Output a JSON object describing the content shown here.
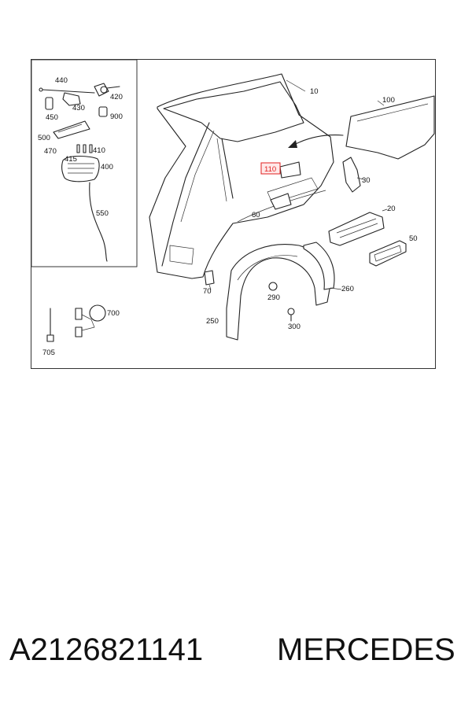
{
  "diagram": {
    "callouts": {
      "c440": "440",
      "c420": "420",
      "c450": "450",
      "c430": "430",
      "c900": "900",
      "c500": "500",
      "c470": "470",
      "c410": "410",
      "c415": "415",
      "c400": "400",
      "c550": "550",
      "c10": "10",
      "c100": "100",
      "c110": "110",
      "c30": "30",
      "c60": "60",
      "c20": "20",
      "c50": "50",
      "c70": "70",
      "c260": "260",
      "c290": "290",
      "c250": "250",
      "c300": "300",
      "c700": "700",
      "c705": "705"
    },
    "highlight_color": "#e02020"
  },
  "footer": {
    "part_number": "A2126821141",
    "brand": "MERCEDES"
  }
}
